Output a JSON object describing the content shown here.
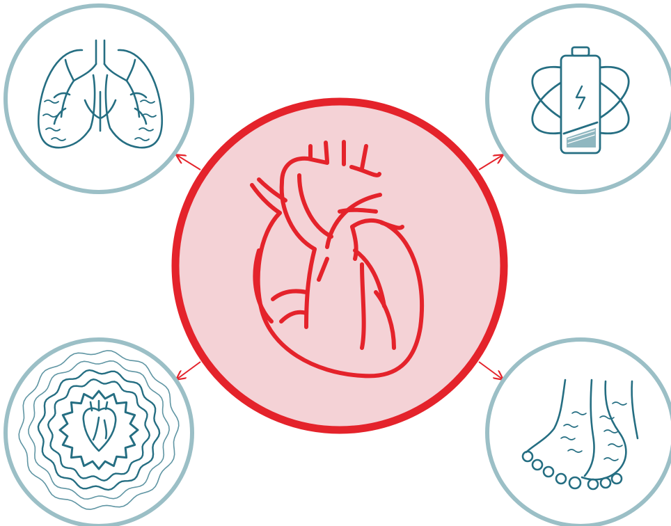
{
  "colors": {
    "background": "#ffffff",
    "center_fill": "#f4d2d6",
    "center_stroke": "#e4232b",
    "outer_ring": "#9bbfc6",
    "icon_stroke": "#256e82",
    "arrow": "#e4232b"
  },
  "center": {
    "icon": "heart-icon"
  },
  "satellites": [
    {
      "id": "lungs",
      "icon": "lungs-icon"
    },
    {
      "id": "battery",
      "icon": "low-battery-icon"
    },
    {
      "id": "palpitations",
      "icon": "palpitations-icon"
    },
    {
      "id": "feet",
      "icon": "swollen-feet-icon"
    }
  ]
}
